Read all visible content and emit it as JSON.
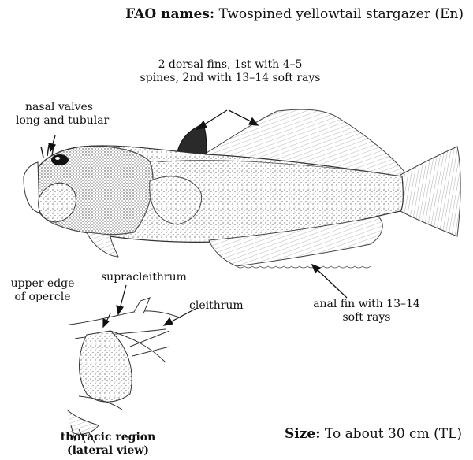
{
  "header": {
    "fao_label": "FAO names:",
    "fao_value": "Twospined yellowtail stargazer (En)"
  },
  "labels": {
    "dorsal_line1": "2 dorsal fins, 1st with 4–5",
    "dorsal_line2": "spines, 2nd with 13–14 soft rays",
    "nasal_line1": "nasal valves",
    "nasal_line2": "long and tubular",
    "anal_line1": "anal fin with 13–14",
    "anal_line2": "soft rays",
    "supracleithrum": "supracleithrum",
    "opercle_line1": "upper edge",
    "opercle_line2": "of opercle",
    "cleithrum": "cleithrum",
    "thoracic_line1": "thoracic region",
    "thoracic_line2": "(lateral view)"
  },
  "footer": {
    "size_label": "Size:",
    "size_value": "To about 30 cm (TL)"
  }
}
